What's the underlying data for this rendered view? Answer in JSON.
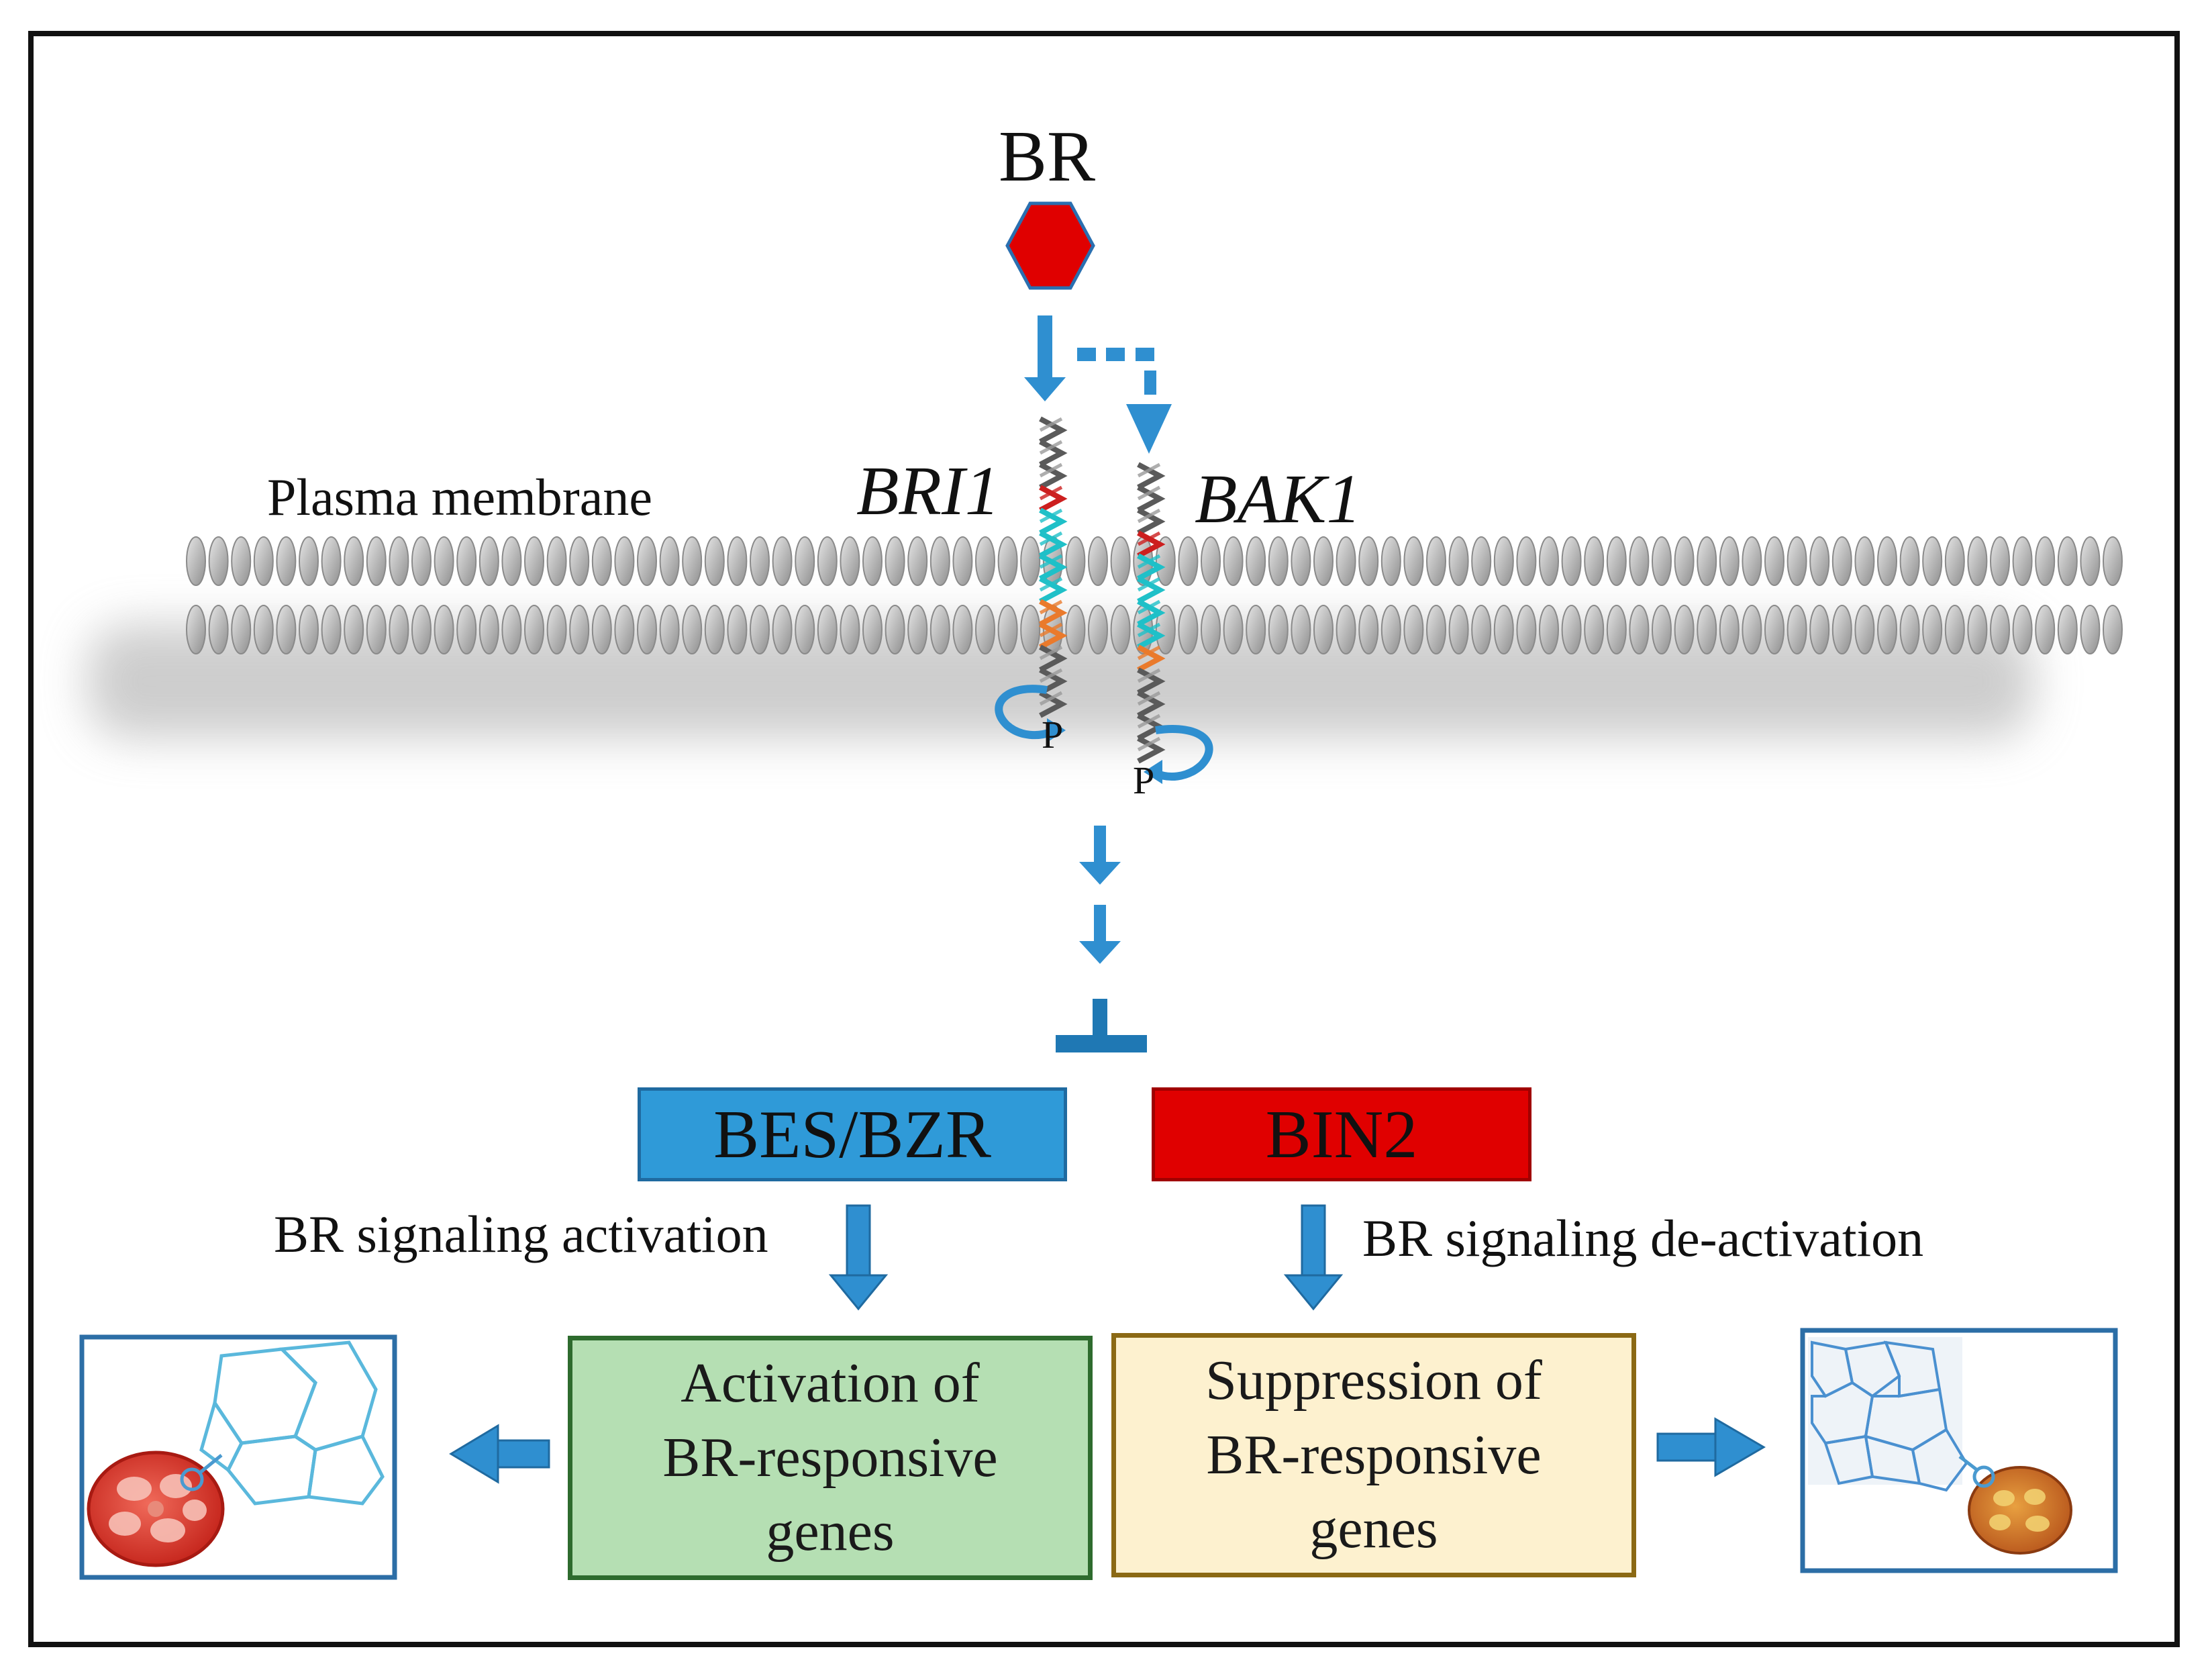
{
  "ligand": {
    "label": "BR"
  },
  "membrane": {
    "label": "Plasma membrane"
  },
  "receptors": {
    "bri1": {
      "label": "BRI1",
      "phospho": "P"
    },
    "bak1": {
      "label": "BAK1",
      "phospho": "P"
    }
  },
  "regulators": {
    "bes_bzr": {
      "label": "BES/BZR"
    },
    "bin2": {
      "label": "BIN2"
    }
  },
  "signaling": {
    "activation": "BR signaling activation",
    "deactivation": "BR signaling de-activation"
  },
  "outcomes": {
    "activation": {
      "line1": "Activation of",
      "line2": "BR-responsive",
      "line3": "genes"
    },
    "suppression": {
      "line1": "Suppression of",
      "line2": "BR-responsive",
      "line3": "genes"
    }
  },
  "colors": {
    "arrow_blue": "#2f8fd0",
    "inhibitor_blue": "#1f78b4",
    "ligand_red": "#e00000",
    "bes_bzr_fill": "#2f9ad8",
    "bin2_fill": "#e00000",
    "activation_fill": "#b5dfb3",
    "activation_border": "#2e6b2e",
    "suppression_fill": "#fdf1cf",
    "suppression_border": "#8b6914",
    "photo_border": "#2c6ea6",
    "helix_red": "#cc1f1f",
    "helix_cyan": "#1fc0c8",
    "helix_orange": "#ea7a2c"
  }
}
